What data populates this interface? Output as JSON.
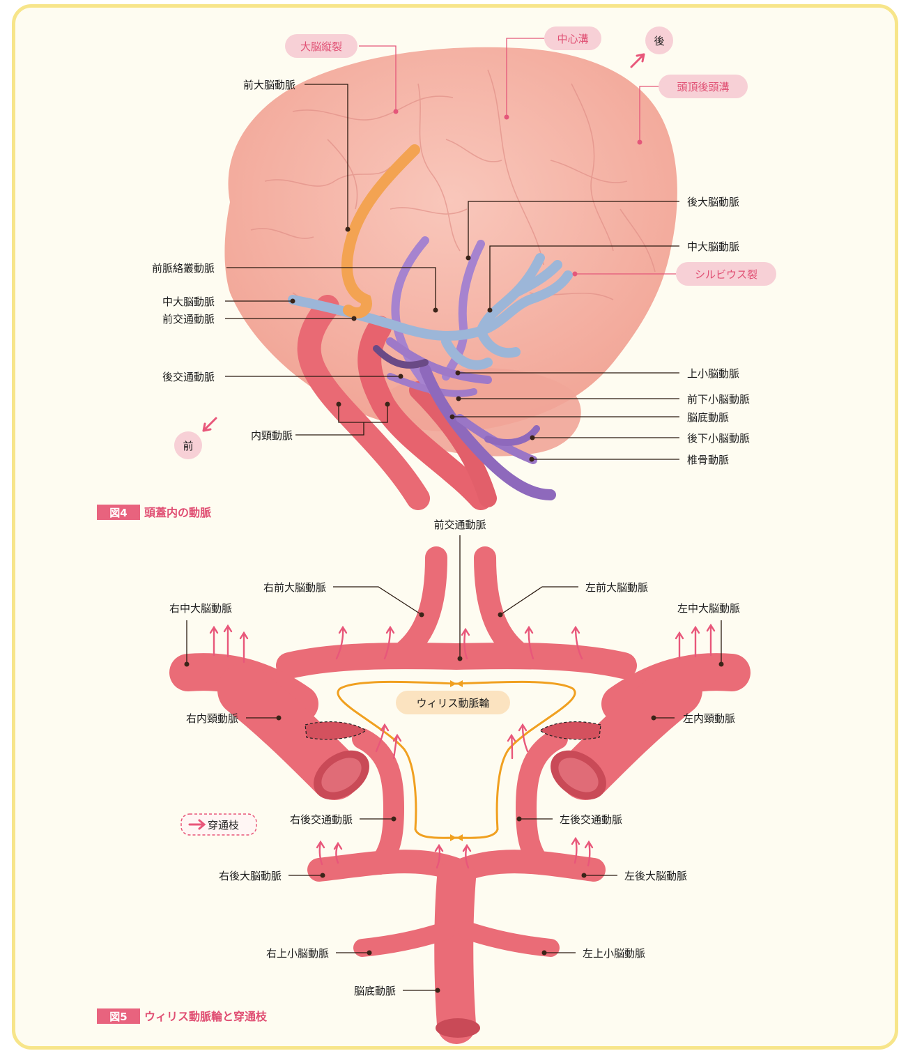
{
  "colors": {
    "frame": "#f7e58a",
    "background": "#fefcf1",
    "brain": "#f6b3a6",
    "artery_red": "#e96a74",
    "artery_purple": "#9f7bc8",
    "artery_blue": "#9cb6d8",
    "artery_orange": "#f3a352",
    "accent_pink": "#e04f73",
    "circle_orange": "#f0a020"
  },
  "fig4": {
    "badge": "図4",
    "title": "頭蓋内の動脈",
    "labels": {
      "aca": "前大脳動脈",
      "achor": "前脈絡叢動脈",
      "mca_left": "中大脳動脈",
      "acom": "前交通動脈",
      "pcom": "後交通動脈",
      "ica": "内頸動脈",
      "pca": "後大脳動脈",
      "mca_right": "中大脳動脈",
      "sca": "上小脳動脈",
      "aica": "前下小脳動脈",
      "ba": "脳底動脈",
      "pica": "後下小脳動脈",
      "va": "椎骨動脈"
    },
    "pills": {
      "longitudinal": "大脳縦裂",
      "central": "中心溝",
      "parieto": "頭頂後頭溝",
      "sylvian": "シルビウス裂"
    },
    "direction": {
      "back": "後",
      "front": "前"
    }
  },
  "fig5": {
    "badge": "図5",
    "title": "ウィリス動脈輪と穿通枝",
    "ring_label": "ウィリス動脈輪",
    "legend": "穿通枝",
    "labels": {
      "acom": "前交通動脈",
      "r_aca": "右前大脳動脈",
      "l_aca": "左前大脳動脈",
      "r_mca": "右中大脳動脈",
      "l_mca": "左中大脳動脈",
      "r_ica": "右内頸動脈",
      "l_ica": "左内頸動脈",
      "r_pcom": "右後交通動脈",
      "l_pcom": "左後交通動脈",
      "r_pca": "右後大脳動脈",
      "l_pca": "左後大脳動脈",
      "r_sca": "右上小脳動脈",
      "l_sca": "左上小脳動脈",
      "ba": "脳底動脈"
    }
  }
}
